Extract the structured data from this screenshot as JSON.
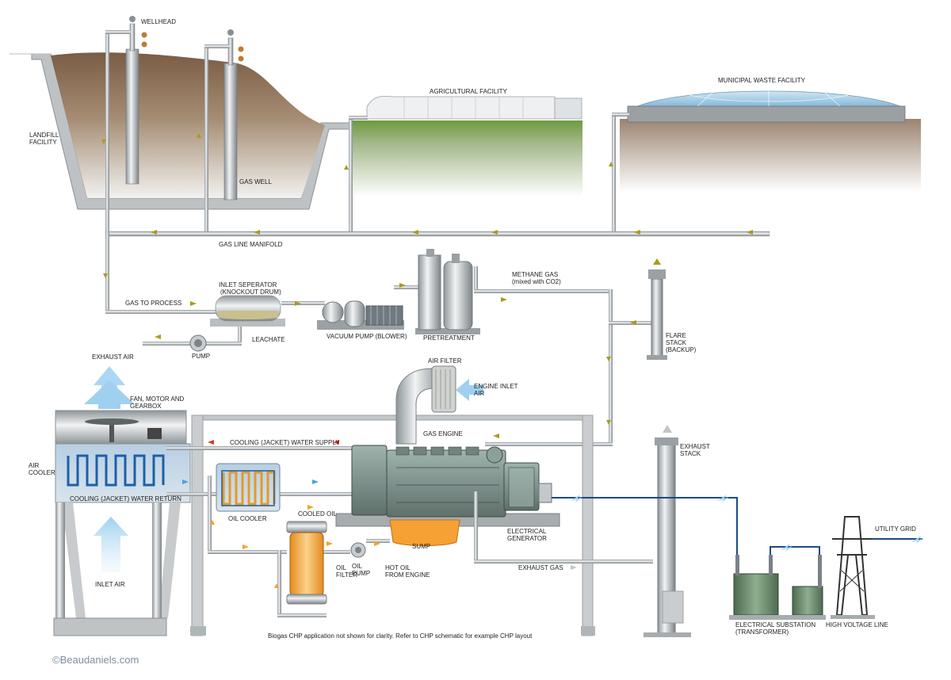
{
  "labels": {
    "wellhead": "WELLHEAD",
    "landfill_1": "LANDFILL",
    "landfill_2": "FACILITY",
    "gas_well": "GAS WELL",
    "agricultural": "AGRICULTURAL FACILITY",
    "municipal": "MUNICIPAL WASTE  FACILITY",
    "gas_line_manifold": "GAS LINE MANIFOLD",
    "gas_to_process": "GAS TO PROCESS",
    "inlet_sep_1": "INLET SEPERATOR",
    "inlet_sep_2": "(KNOCKOUT DRUM)",
    "leachate": "LEACHATE",
    "pump": "PUMP",
    "vacuum_pump": "VACUUM PUMP (BLOWER)",
    "pretreatment": "PRETREATMENT",
    "methane_1": "METHANE GAS",
    "methane_2": "(mixed with CO2)",
    "flare_1": "FLARE",
    "flare_2": "STACK",
    "flare_3": "(BACKUP)",
    "exhaust_air": "EXHAUST AIR",
    "fan_1": "FAN, MOTOR AND",
    "fan_2": "GEARBOX",
    "air_filter": "AIR FILTER",
    "engine_inlet_1": "ENGINE INLET",
    "engine_inlet_2": "AIR",
    "gas_engine": "GAS ENGINE",
    "air_cooler_1": "AIR",
    "air_cooler_2": "COOLER",
    "cooling_supply": "COOLING (JACKET) WATER SUPPLY",
    "cooling_return": "COOLING (JACKET) WATER RETURN",
    "oil_cooler": "OIL COOLER",
    "cooled_oil": "COOLED OIL",
    "sump": "SUMP",
    "oil_filter_1": "OIL",
    "oil_filter_2": "FILTER",
    "oil_pump_1": "OIL",
    "oil_pump_2": "PUMP",
    "hot_oil_1": "HOT OIL",
    "hot_oil_2": "FROM ENGINE",
    "inlet_air": "INLET AIR",
    "exhaust_gas": "EXHAUST GAS",
    "exhaust_stack_1": "EXHAUST",
    "exhaust_stack_2": "STACK",
    "generator_1": "ELECTRICAL",
    "generator_2": "GENERATOR",
    "substation_1": "ELECTRICAL SUBSTATION",
    "substation_2": "(TRANSFORMER)",
    "hv_line": "HIGH VOLTAGE LINE",
    "utility_grid": "UTILITY GRID",
    "note": "Biogas CHP application not shown for clarity. Refer to CHP schematic for example CHP layout"
  },
  "copyright": "©Beaudaniels.com",
  "colors": {
    "pipe": "#b8bdc2",
    "gas_arrow": "#a99a1e",
    "hot_water_arrow": "#e3342b",
    "cool_water_arrow": "#4ba3e0",
    "oil_arrow": "#f4a22e",
    "air_arrow": "#a9d4ef",
    "soil": "#8d7159",
    "grass": "#7da64a"
  }
}
